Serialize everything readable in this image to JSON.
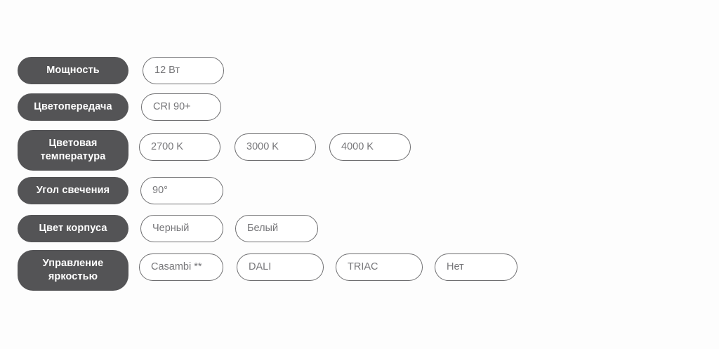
{
  "theme": {
    "background": "#fdfdfd",
    "label_fill": "#545456",
    "label_text": "#ffffff",
    "option_border": "#6e6e70",
    "option_text": "#77777a",
    "option_fill": "#ffffff"
  },
  "spec_table": {
    "rows": [
      {
        "id": "power",
        "label": "Мощность",
        "two_line": false,
        "options": [
          {
            "label": "12 Вт"
          }
        ]
      },
      {
        "id": "cri",
        "label": "Цветопередача",
        "two_line": false,
        "options": [
          {
            "label": "CRI 90+"
          }
        ]
      },
      {
        "id": "cct",
        "label": "Цветовая температура",
        "label_line1": "Цветовая",
        "label_line2": "температура",
        "two_line": true,
        "options": [
          {
            "label": "2700 K"
          },
          {
            "label": "3000 K"
          },
          {
            "label": "4000 K"
          }
        ]
      },
      {
        "id": "beam",
        "label": "Угол свечения",
        "two_line": false,
        "options": [
          {
            "label": "90°"
          }
        ]
      },
      {
        "id": "body_color",
        "label": "Цвет корпуса",
        "two_line": false,
        "options": [
          {
            "label": "Черный"
          },
          {
            "label": "Белый"
          }
        ]
      },
      {
        "id": "dimming",
        "label": "Управление яркостью",
        "label_line1": "Управление",
        "label_line2": "яркостью",
        "two_line": true,
        "options": [
          {
            "label": "Casambi **"
          },
          {
            "label": "DALI"
          },
          {
            "label": "TRIAC"
          },
          {
            "label": "Нет"
          }
        ]
      }
    ]
  }
}
